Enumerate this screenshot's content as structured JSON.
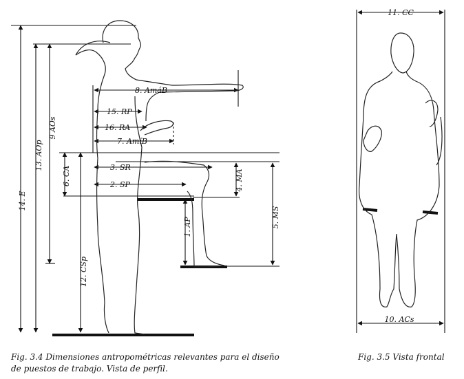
{
  "profile_labels": {
    "e": "14. E",
    "aop": "13. AOp",
    "aos": "9 AOs",
    "ca": "6. CA",
    "csp": "12. CSp",
    "amab": "8. AmáB",
    "rp": "15. RP",
    "ra": "16. RA",
    "amib": "7. AmíB",
    "sr": "3. SR",
    "sp": "2. SP",
    "ma": "4. MA",
    "ap": "1. AP",
    "ms": "5. MS"
  },
  "frontal_labels": {
    "cc": "11. CC",
    "acs": "10. ACs"
  },
  "captions": {
    "fig34_line1": "Fig. 3.4  Dimensiones antropométricas relevantes para el diseño",
    "fig34_line2": "de puestos de trabajo. Vista de perfil.",
    "fig35": "Fig. 3.5  Vista frontal"
  }
}
